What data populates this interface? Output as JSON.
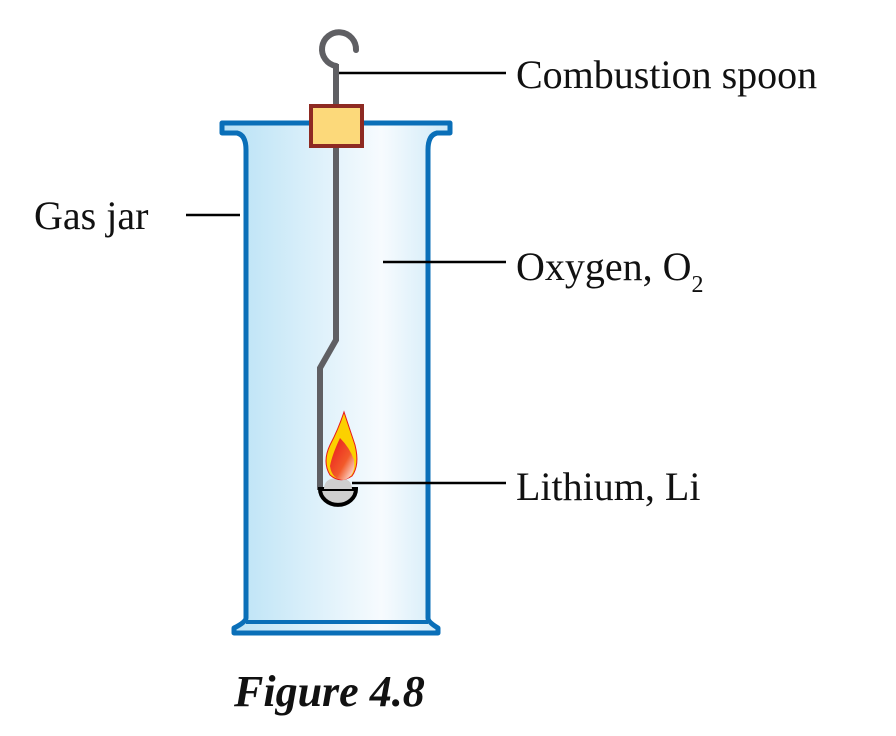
{
  "labels": {
    "combustion_spoon": "Combustion spoon",
    "gas_jar": "Gas jar",
    "oxygen": "Oxygen, O",
    "oxygen_subscript": "2",
    "lithium": "Lithium, Li"
  },
  "caption": "Figure 4.8",
  "colors": {
    "jar_outline": "#0a6fb8",
    "jar_fill": "#bfe4f6",
    "rod": "#5f5f63",
    "stopper_fill": "#fcd97a",
    "stopper_border": "#8e2a22"
  }
}
